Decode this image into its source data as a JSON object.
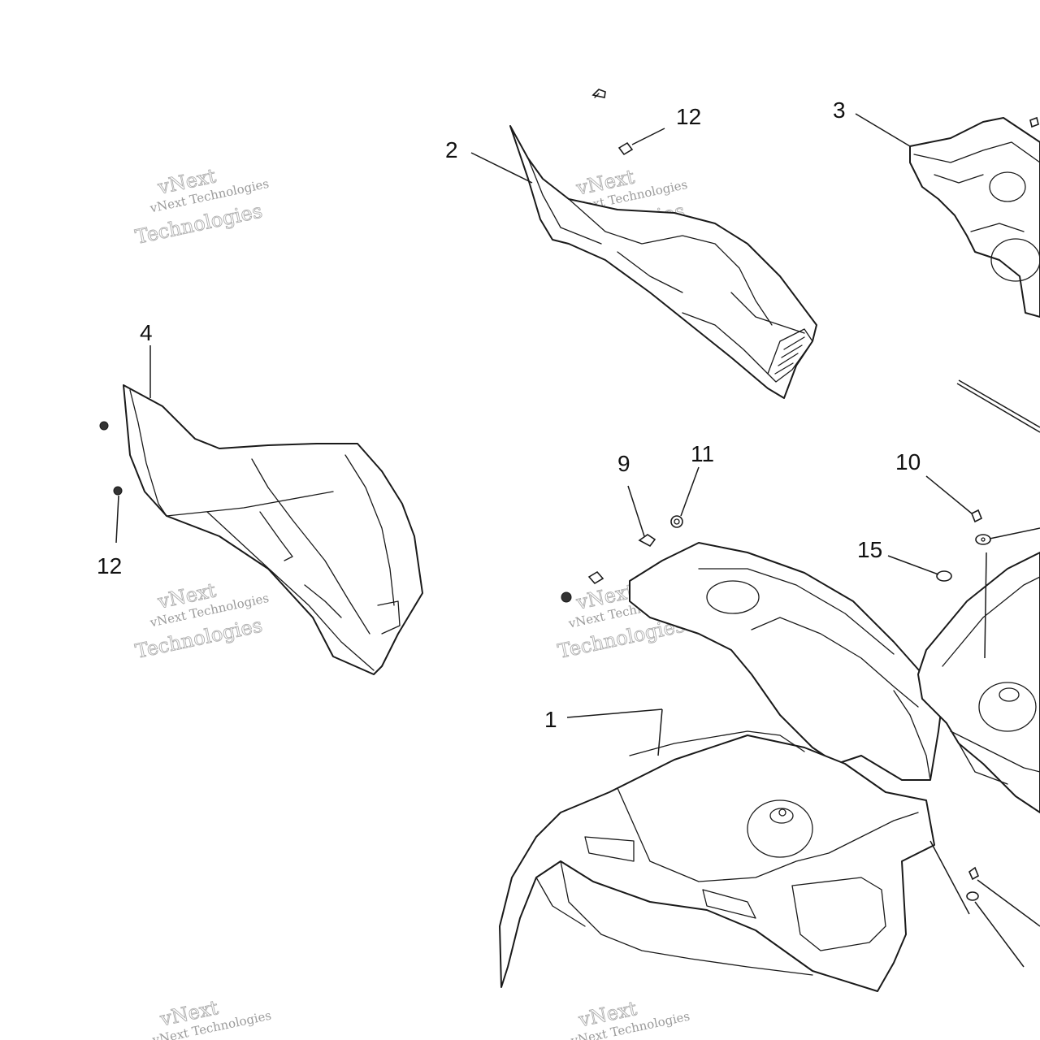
{
  "callouts": {
    "c1": "1",
    "c2": "2",
    "c3": "3",
    "c4": "4",
    "c9": "9",
    "c10": "10",
    "c11": "11",
    "c12a": "12",
    "c12b": "12",
    "c15": "15"
  },
  "watermark": {
    "brand": "vNext",
    "line1": "vNext Technologies",
    "line2": "Technologies"
  }
}
